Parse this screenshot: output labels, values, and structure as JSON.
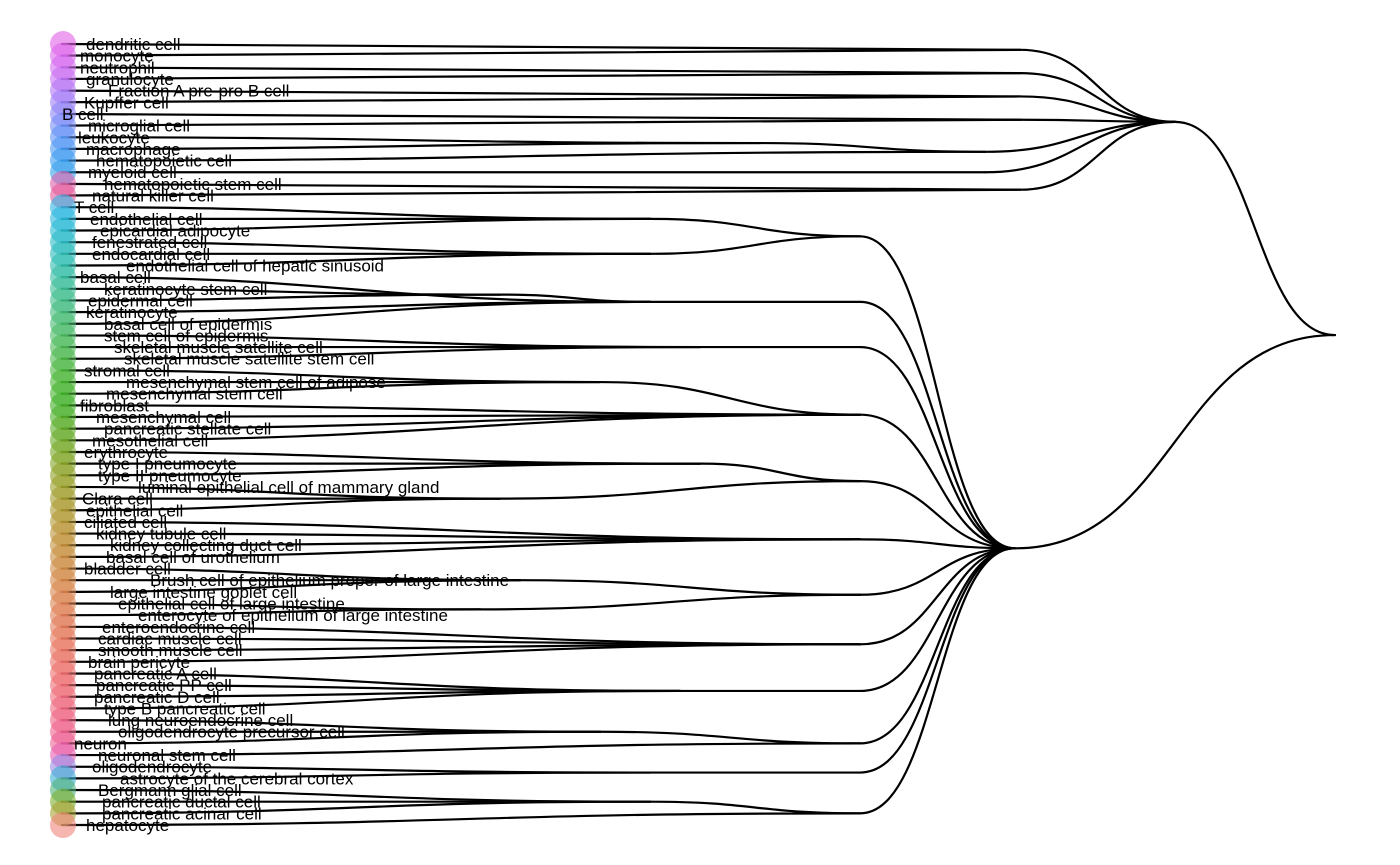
{
  "leaves": [
    {
      "label": "dendritic cell",
      "color": "#E361E6"
    },
    {
      "label": "monocyte",
      "color": "#DE65EC"
    },
    {
      "label": "neutrophil",
      "color": "#D46AF0"
    },
    {
      "label": "granulocyte",
      "color": "#C670F4"
    },
    {
      "label": "Fraction A pre-pro B cell",
      "color": "#B377F5"
    },
    {
      "label": "Kupffer cell",
      "color": "#A07EF7"
    },
    {
      "label": "B cell",
      "color": "#8C85F7"
    },
    {
      "label": "microglial cell",
      "color": "#768CF7"
    },
    {
      "label": "leukocyte",
      "color": "#5F92F5"
    },
    {
      "label": "macrophage",
      "color": "#4C97F3"
    },
    {
      "label": "hematopoietic cell",
      "color": "#3C9CF0"
    },
    {
      "label": "myeloid cell",
      "color": "#35A1EC"
    },
    {
      "label": "hematopoietic stem cell",
      "color": "#E05FA8"
    },
    {
      "label": "natural killer cell",
      "color": "#E65C9A"
    },
    {
      "label": "T cell",
      "color": "#2FB4E4"
    },
    {
      "label": "endothelial cell",
      "color": "#2AB7DC"
    },
    {
      "label": "epicardial adipocyte",
      "color": "#28B9D2"
    },
    {
      "label": "fenestrated cell",
      "color": "#29BAC7"
    },
    {
      "label": "endocardial cell",
      "color": "#2CBBBB"
    },
    {
      "label": "endothelial cell of hepatic sinusoid",
      "color": "#30BCAF"
    },
    {
      "label": "basal cell",
      "color": "#35BCA3"
    },
    {
      "label": "keratinocyte stem cell",
      "color": "#3ABC96"
    },
    {
      "label": "epidermal cell",
      "color": "#3FBC8A"
    },
    {
      "label": "keratinocyte",
      "color": "#43BB7E"
    },
    {
      "label": "basal cell of epidermis",
      "color": "#47BB71"
    },
    {
      "label": "stem cell of epidermis",
      "color": "#4ABA65"
    },
    {
      "label": "skeletal muscle satellite cell",
      "color": "#4CB958"
    },
    {
      "label": "skeletal muscle satellite stem cell",
      "color": "#4DB84C"
    },
    {
      "label": "stromal cell",
      "color": "#4CB63F"
    },
    {
      "label": "mesenchymal stem cell of adipose",
      "color": "#49B533"
    },
    {
      "label": "mesenchymal stem cell",
      "color": "#44B32B"
    },
    {
      "label": "fibroblast",
      "color": "#3FB128"
    },
    {
      "label": "mesenchymal cell",
      "color": "#4DAF28"
    },
    {
      "label": "pancreatic stellate cell",
      "color": "#5DAC28"
    },
    {
      "label": "mesothelial cell",
      "color": "#6BAA28"
    },
    {
      "label": "erythrocyte",
      "color": "#78A728"
    },
    {
      "label": "type I pneumocyte",
      "color": "#84A528"
    },
    {
      "label": "type II pneumocyte",
      "color": "#8FA228"
    },
    {
      "label": "luminal epithelial cell of mammary gland",
      "color": "#99A02A"
    },
    {
      "label": "Clara cell",
      "color": "#A29D2D"
    },
    {
      "label": "epithelial cell",
      "color": "#AB9A30"
    },
    {
      "label": "ciliated cell",
      "color": "#B39733"
    },
    {
      "label": "kidney tubule cell",
      "color": "#BB9437"
    },
    {
      "label": "kidney collecting duct cell",
      "color": "#C2913B"
    },
    {
      "label": "basal cell of urothelium",
      "color": "#C88E3F"
    },
    {
      "label": "bladder cell",
      "color": "#CE8B44"
    },
    {
      "label": "Brush cell of epithelium proper of large intestine",
      "color": "#D38848"
    },
    {
      "label": "large intestine goblet cell",
      "color": "#D8854C"
    },
    {
      "label": "epithelial cell of large intestine",
      "color": "#DC8251"
    },
    {
      "label": "enterocyte of epithelium of large intestine",
      "color": "#E07F55"
    },
    {
      "label": "enteroendocrine cell",
      "color": "#E37C5A"
    },
    {
      "label": "cardiac muscle cell",
      "color": "#E6795E"
    },
    {
      "label": "smooth muscle cell",
      "color": "#E87663"
    },
    {
      "label": "brain pericyte",
      "color": "#EA7368"
    },
    {
      "label": "pancreatic A cell",
      "color": "#EC706D"
    },
    {
      "label": "pancreatic PP cell",
      "color": "#ED6D72"
    },
    {
      "label": "pancreatic D cell",
      "color": "#EE6A78"
    },
    {
      "label": "type B pancreatic cell",
      "color": "#EF677E"
    },
    {
      "label": "lung neuroendocrine cell",
      "color": "#EF6485"
    },
    {
      "label": "oligodendrocyte precursor cell",
      "color": "#EE628C"
    },
    {
      "label": "neuron",
      "color": "#ED6094"
    },
    {
      "label": "neuronal stem cell",
      "color": "#E85FB2"
    },
    {
      "label": "oligodendrocyte",
      "color": "#9A8AE6"
    },
    {
      "label": "astrocyte of the cerebral cortex",
      "color": "#3BAFD2"
    },
    {
      "label": "Bergmann glial cell",
      "color": "#4FB07A"
    },
    {
      "label": "pancreatic ductal cell",
      "color": "#7DB032"
    },
    {
      "label": "pancreatic acinar cell",
      "color": "#A9A234"
    },
    {
      "label": "hepatocyte",
      "color": "#F0857A"
    }
  ]
}
